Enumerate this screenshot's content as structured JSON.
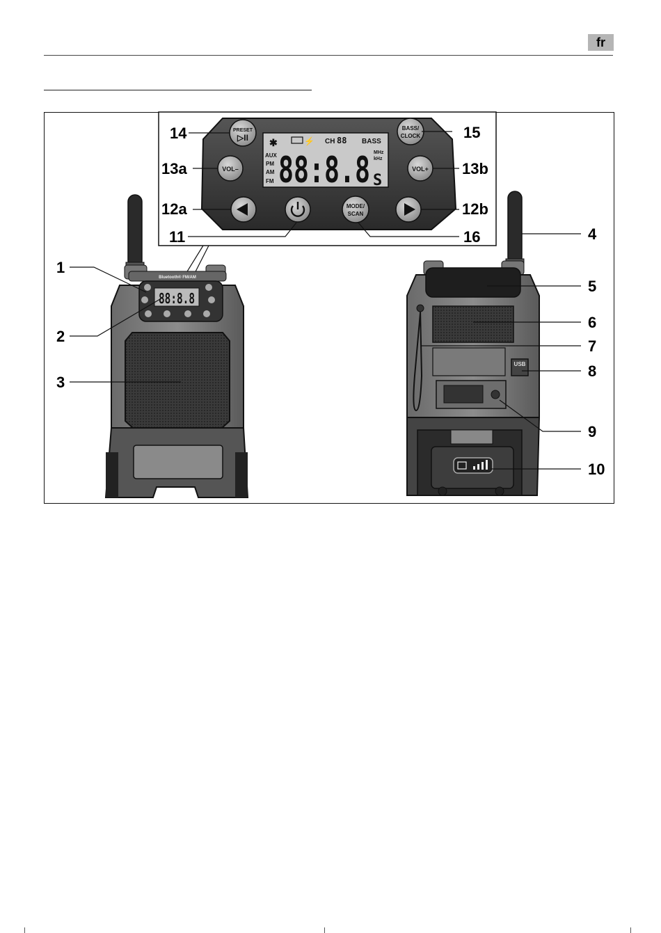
{
  "header": {
    "language": "fr"
  },
  "panel": {
    "buttons": {
      "preset": "PRESET",
      "play_pause": "▷II",
      "bass": "BASS/",
      "clock": "CLOCK",
      "vol_minus": "VOL–",
      "vol_plus": "VOL+",
      "mode": "MODE/",
      "scan": "SCAN"
    },
    "lcd": {
      "ch": "CH",
      "ch_digits": "88",
      "bass": "BASS",
      "aux": "AUX",
      "pm": "PM",
      "am": "AM",
      "fm": "FM",
      "digits": "88:8.8",
      "mhz": "MHz",
      "khz": "kHz",
      "suffix": "S"
    }
  },
  "radio": {
    "top_label": "Bluetooth® FM/AM",
    "usb": "USB"
  },
  "callouts": {
    "c1": "1",
    "c2": "2",
    "c3": "3",
    "c4": "4",
    "c5": "5",
    "c6": "6",
    "c7": "7",
    "c8": "8",
    "c9": "9",
    "c10": "10",
    "c11": "11",
    "c12a": "12a",
    "c12b": "12b",
    "c13a": "13a",
    "c13b": "13b",
    "c14": "14",
    "c15": "15",
    "c16": "16"
  }
}
